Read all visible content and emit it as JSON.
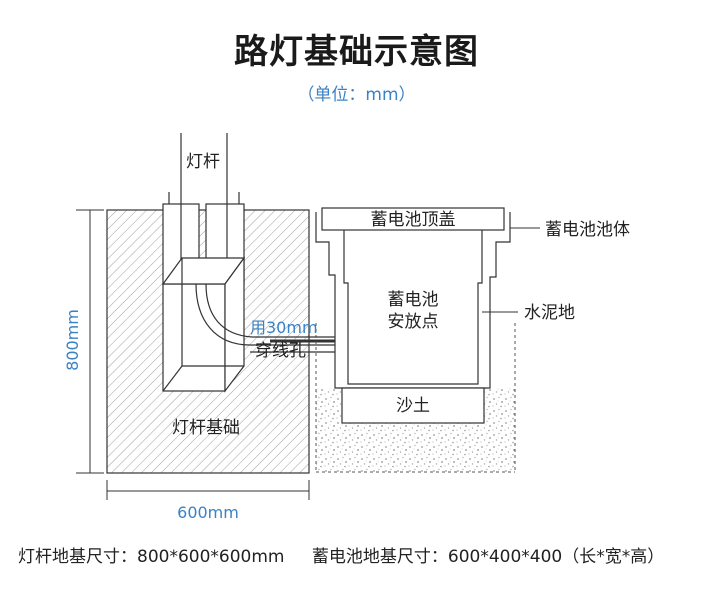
{
  "title": "路灯基础示意图",
  "unit_note": "（单位：mm）",
  "labels": {
    "lamp_pole": "灯杆",
    "battery_lid": "蓄电池顶盖",
    "battery_body": "蓄电池池体",
    "battery_place_line1": "蓄电池",
    "battery_place_line2": "安放点",
    "cement": "水泥地",
    "sand": "沙土",
    "conduit_line1": "用30mm",
    "conduit_line2": "穿线孔",
    "pole_foundation": "灯杆基础"
  },
  "dimensions": {
    "height": "800mm",
    "width": "600mm"
  },
  "specs": {
    "lamp_foundation": "灯杆地基尺寸：800*600*600mm",
    "battery_foundation": "蓄电池地基尺寸：600*400*400（长*宽*高）"
  },
  "colors": {
    "accent": "#3b82c4",
    "line": "#333333",
    "hatch": "#999999"
  }
}
